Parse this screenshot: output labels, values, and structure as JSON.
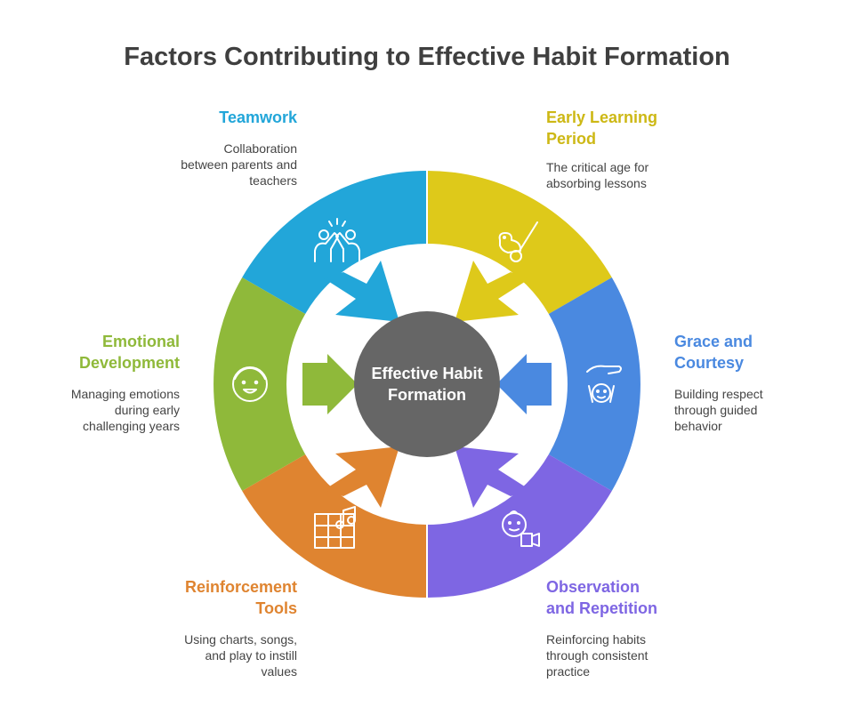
{
  "title": "Factors Contributing to Effective Habit Formation",
  "center": {
    "line1": "Effective Habit",
    "line2": "Formation"
  },
  "colors": {
    "teamwork": "#22a6d9",
    "early": "#dec91a",
    "grace": "#4a89e0",
    "observation": "#7e66e3",
    "reinforcement": "#df8430",
    "emotional": "#8fb93a",
    "center": "#666666"
  },
  "segments": {
    "teamwork": {
      "label": "Teamwork",
      "desc1": "Collaboration",
      "desc2": "between parents and",
      "desc3": "teachers",
      "icon": "high-five-icon"
    },
    "early": {
      "label1": "Early Learning",
      "label2": "Period",
      "desc1": "The critical age for",
      "desc2": "absorbing lessons",
      "icon": "baby-rattle-icon"
    },
    "grace": {
      "label1": "Grace and",
      "label2": "Courtesy",
      "desc1": "Building respect",
      "desc2": "through guided",
      "desc3": "behavior",
      "icon": "hand-over-child-icon"
    },
    "observation": {
      "label1": "Observation",
      "label2": "and Repetition",
      "desc1": "Reinforcing habits",
      "desc2": "through consistent",
      "desc3": "practice",
      "icon": "baby-with-camera-icon"
    },
    "reinforcement": {
      "label1": "Reinforcement",
      "label2": "Tools",
      "desc1": "Using charts, songs,",
      "desc2": "and play to instill",
      "desc3": "values",
      "icon": "chart-music-icon"
    },
    "emotional": {
      "label1": "Emotional",
      "label2": "Development",
      "desc1": "Managing emotions",
      "desc2": "during early",
      "desc3": "challenging years",
      "icon": "child-face-icon"
    }
  }
}
